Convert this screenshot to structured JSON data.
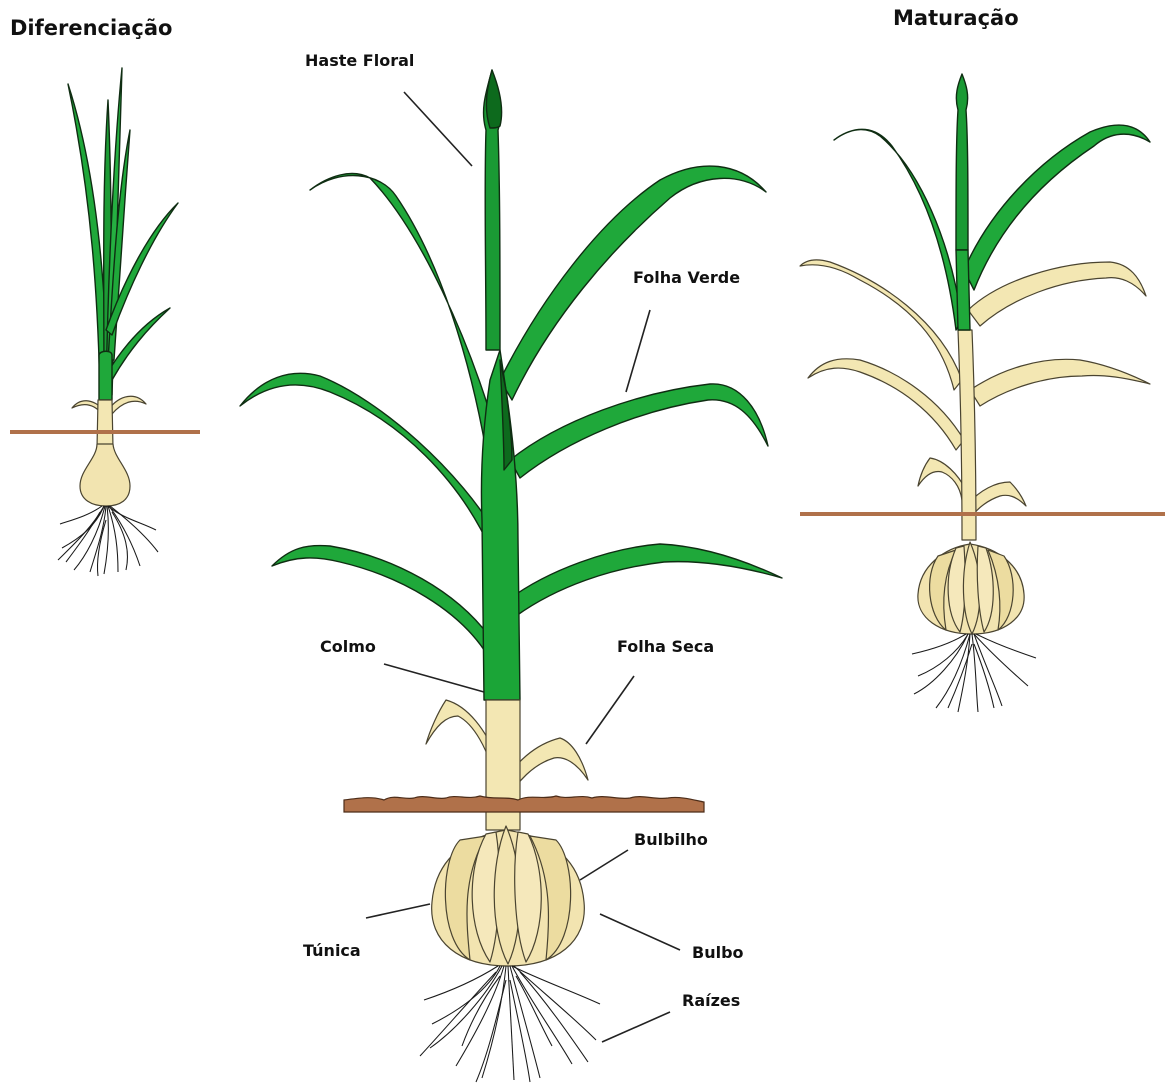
{
  "panels": {
    "left_title": "Diferenciação",
    "right_title": "Maturação"
  },
  "labels": {
    "haste_floral": "Haste Floral",
    "folha_verde": "Folha Verde",
    "colmo": "Colmo",
    "folha_seca": "Folha Seca",
    "bulbilho": "Bulbilho",
    "tunica": "Túnica",
    "bulbo": "Bulbo",
    "raizes": "Raízes"
  },
  "colors": {
    "green_leaf": "#1fa83a",
    "dark_green": "#0d6a1d",
    "dry_leaf": "#f3e7b3",
    "bulb": "#f2e4b0",
    "soil": "#b0714a"
  }
}
